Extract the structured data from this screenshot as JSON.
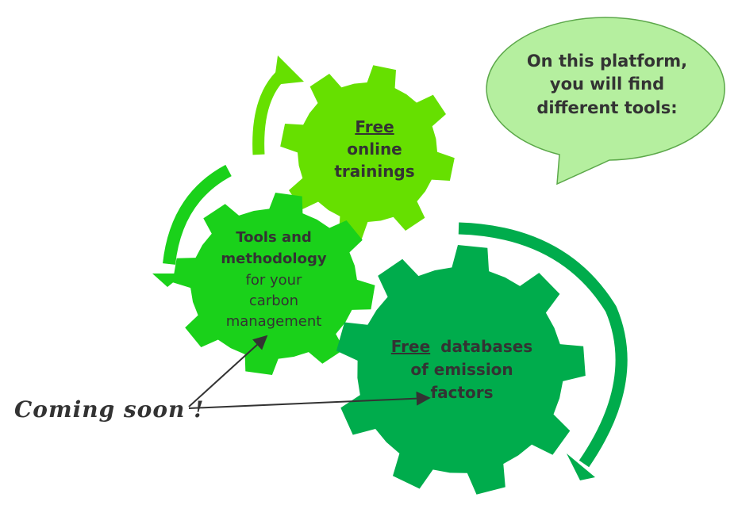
{
  "colors": {
    "gear_small": "#66e000",
    "gear_medium": "#1ad11a",
    "gear_large": "#00ac4c",
    "arrow_light": "#66e000",
    "arrow_medium": "#1ad11a",
    "arrow_dark": "#00ac4c",
    "bubble_fill": "#b5ef9f",
    "bubble_stroke": "#5ca84a",
    "text": "#333333"
  },
  "speech_bubble": {
    "line1": "On this platform,",
    "line2": "you will find",
    "line3": "different tools:"
  },
  "gear_trainings": {
    "emphasis": "Free",
    "line2": "online",
    "line3": "trainings"
  },
  "gear_tools": {
    "line1": "Tools and",
    "line2": "methodology",
    "line3": "for your",
    "line4": "carbon",
    "line5": "management"
  },
  "gear_databases": {
    "emphasis": "Free",
    "line1_rest": "databases",
    "line2": "of emission",
    "line3": "factors"
  },
  "annotation": {
    "text": "Coming soon !"
  }
}
